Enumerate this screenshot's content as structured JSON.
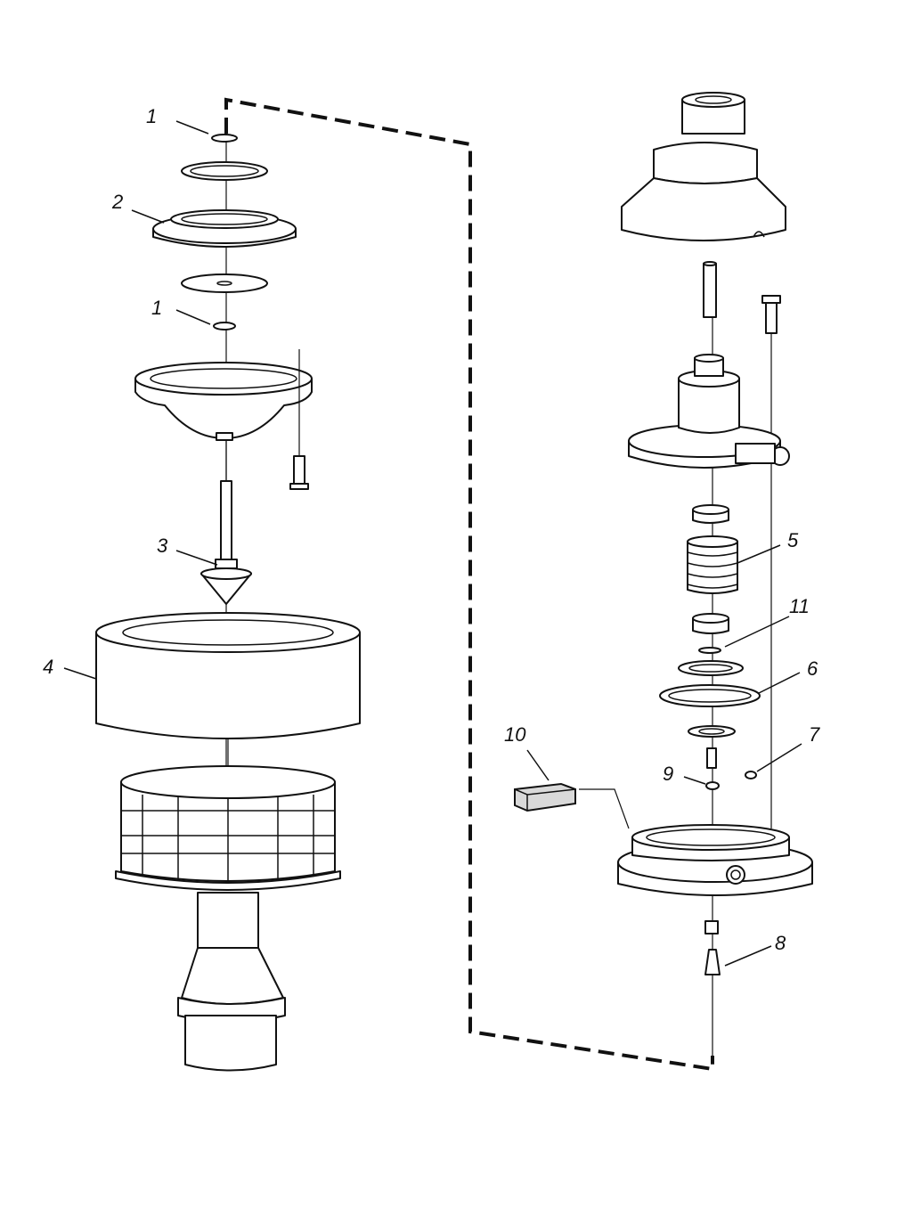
{
  "callouts": [
    {
      "id": "1a",
      "text": "1"
    },
    {
      "id": "2",
      "text": "2"
    },
    {
      "id": "1b",
      "text": "1"
    },
    {
      "id": "3",
      "text": "3"
    },
    {
      "id": "4",
      "text": "4"
    },
    {
      "id": "5",
      "text": "5"
    },
    {
      "id": "11",
      "text": "11"
    },
    {
      "id": "6",
      "text": "6"
    },
    {
      "id": "7",
      "text": "7"
    },
    {
      "id": "10",
      "text": "10"
    },
    {
      "id": "9",
      "text": "9"
    },
    {
      "id": "8",
      "text": "8"
    }
  ],
  "colors": {
    "stroke": "#111111",
    "background": "#ffffff",
    "fill_block": "#d9d9d9"
  }
}
